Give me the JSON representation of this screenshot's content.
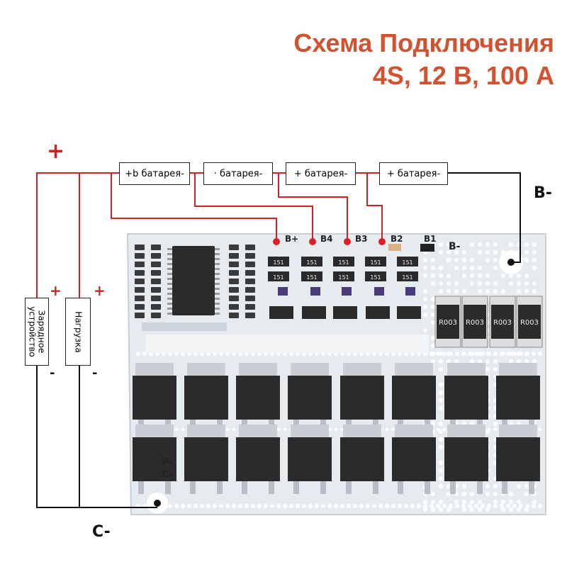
{
  "title": {
    "line1": "Схема Подключения",
    "line2": "4S, 12 В, 100 А"
  },
  "batteries": [
    {
      "label": "+b батарея-"
    },
    {
      "label": "· батарея-"
    },
    {
      "label": "+ батарея-"
    },
    {
      "label": "+ батарея-"
    }
  ],
  "terminals": {
    "plus": "+",
    "b_minus": "B-",
    "c_minus": "C-"
  },
  "charger": {
    "label": "Зарядное устройство",
    "plus": "+",
    "minus": "-"
  },
  "load": {
    "label": "Нагрузка",
    "plus": "+",
    "minus": "-"
  },
  "pcb": {
    "pads": [
      "B+",
      "B4",
      "B3",
      "B2",
      "B1"
    ],
    "b_minus": "B-",
    "p_minus": "P-",
    "c_minus": "C-",
    "shunts": [
      "R003",
      "R003",
      "R003",
      "R003"
    ],
    "small_resistors": [
      "151",
      "151",
      "151",
      "151",
      "151",
      "151",
      "151",
      "151",
      "151",
      "151"
    ]
  },
  "colors": {
    "title": "#d2522f",
    "wire_red": "#cc2222",
    "wire_black": "#111111",
    "pcb": "#e6ebf0",
    "component": "#2a2a2a"
  }
}
